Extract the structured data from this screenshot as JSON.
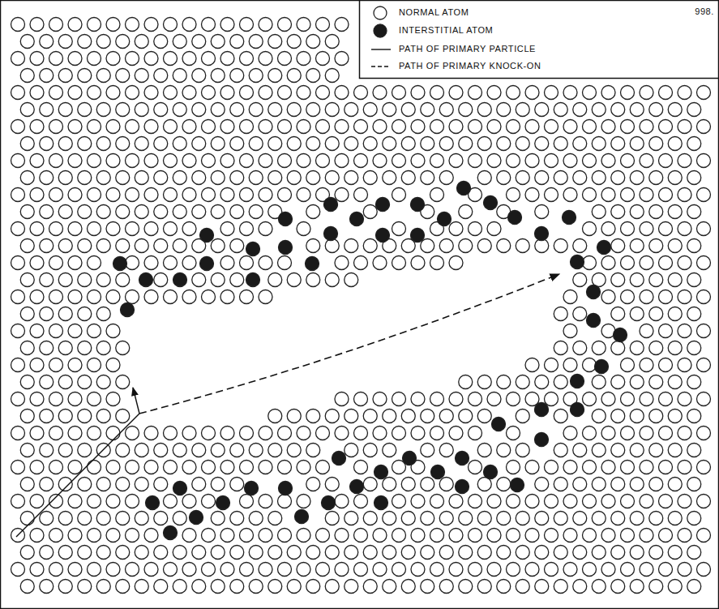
{
  "diagram": {
    "labels": [
      "998."
    ],
    "legend": [
      {
        "text": "NORMAL ATOM"
      },
      {
        "text": "INTERSTITIAL ATOM"
      },
      {
        "text": "PATH OF PRIMARY PARTICLE"
      },
      {
        "text": "PATH OF PRIMARY KNOCK-ON"
      }
    ]
  }
}
